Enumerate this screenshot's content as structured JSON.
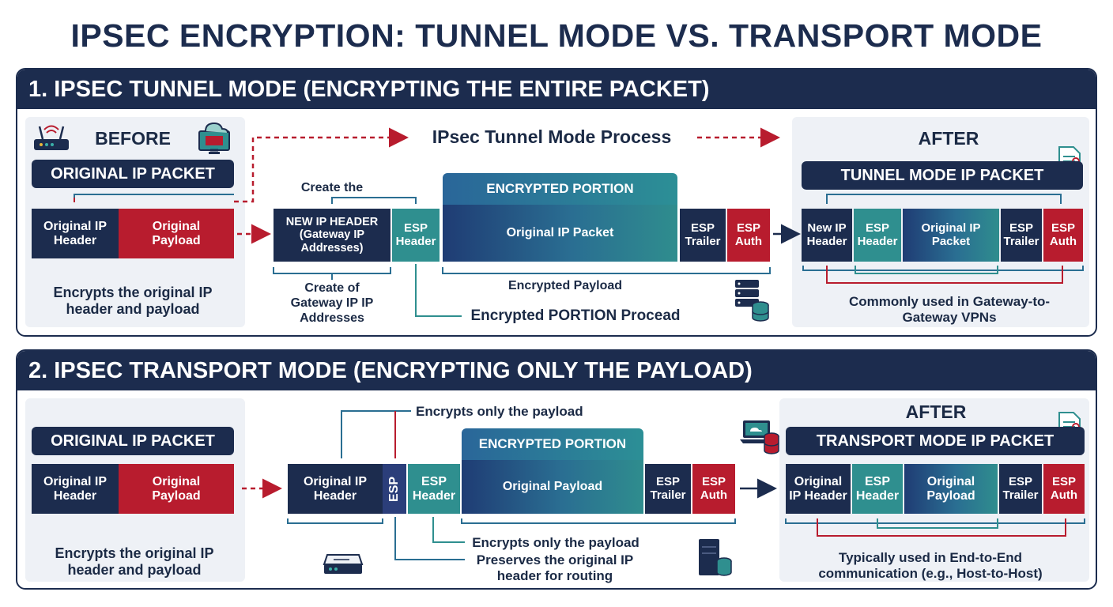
{
  "title": "IPSEC ENCRYPTION: TUNNEL MODE VS. TRANSPORT MODE",
  "tunnel": {
    "heading": "1. IPSEC TUNNEL MODE (ENCRYPTING THE ENTIRE PACKET)",
    "before_label": "BEFORE",
    "original_packet_label": "ORIGINAL IP PACKET",
    "orig_header": "Original IP Header",
    "orig_payload": "Original Payload",
    "before_note": "Encrypts the original IP header and payload",
    "process_label": "IPsec Tunnel Mode Process",
    "create_the": "Create the",
    "new_ip_header": "NEW IP HEADER (Gateway IP Addresses)",
    "esp_header": "ESP Header",
    "encrypted_portion": "ENCRYPTED PORTION",
    "original_ip_packet": "Original IP Packet",
    "esp_trailer": "ESP Trailer",
    "esp_auth": "ESP Auth",
    "encrypted_payload": "Encrypted Payload",
    "create_of": "Create of Gateway IP IP Addresses",
    "encrypted_portion_procead": "Encrypted PORTION Procead",
    "after_label": "AFTER",
    "tunnel_packet_label": "TUNNEL MODE IP PACKET",
    "after_new_ip": "New IP Header",
    "after_esp_header": "ESP Header",
    "after_orig_packet": "Original IP Packet",
    "after_esp_trailer": "ESP Trailer",
    "after_esp_auth": "ESP Auth",
    "after_note": "Commonly used in Gateway-to-Gateway VPNs"
  },
  "transport": {
    "heading": "2. IPSEC TRANSPORT MODE (ENCRYPTING ONLY THE PAYLOAD)",
    "original_packet_label": "ORIGINAL IP PACKET",
    "orig_header": "Original IP Header",
    "orig_payload": "Original Payload",
    "before_note": "Encrypts the original IP header and payload",
    "encrypts_only_top": "Encrypts only the payload",
    "mid_orig_header": "Original IP Header",
    "esp_vertical": "ESP",
    "esp_header": "ESP Header",
    "encrypted_portion": "ENCRYPTED PORTION",
    "original_payload": "Original Payload",
    "esp_trailer": "ESP Trailer",
    "esp_auth": "ESP Auth",
    "encrypts_only_bottom": "Encrypts only the payload",
    "preserves": "Preserves the original IP header for routing",
    "after_label": "AFTER",
    "transport_packet_label": "TRANSPORT MODE IP PACKET",
    "after_orig_header": "Original IP Header",
    "after_esp_header": "ESP Header",
    "after_orig_payload": "Original Payload",
    "after_esp_trailer": "ESP Trailer",
    "after_esp_auth": "ESP Auth",
    "after_note": "Typically used in End-to-End communication (e.g., Host-to-Host)"
  },
  "colors": {
    "navy": "#1c2c4e",
    "red": "#b81c2e",
    "teal": "#2f8f8f",
    "panel": "#eef1f6"
  }
}
